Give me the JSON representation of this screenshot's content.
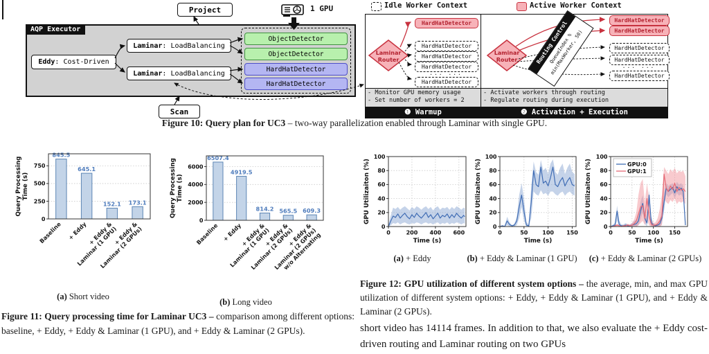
{
  "figure10": {
    "project_label": "Project",
    "gpu_label": "1 GPU",
    "aqp_label": "AQP Executor",
    "eddy_name": "Eddy",
    "eddy_rest": ": Cost-Driven",
    "laminar_name": "Laminar",
    "laminar_rest": ": LoadBalancing",
    "scan_label": "Scan",
    "detectors": [
      "ObjectDetector",
      "ObjectDetector",
      "HardHatDetector",
      "HardHatDetector"
    ],
    "caption_bold": "Figure 10: Query plan for UC3 ",
    "caption_rest": "– two-way parallelization enabled through Laminar with single GPU."
  },
  "worker_panel": {
    "legend_idle": "Idle Worker Context",
    "legend_active": "Active Worker Context",
    "router_line1": "Laminar",
    "router_line2": "Router",
    "worker_label": "HardHatDetector",
    "dots": "... ...",
    "banner_title": "Routing Control",
    "banner_formula1": "QueueIndex %",
    "banner_formula2": "min(MaxWorker, 50)",
    "warmup_note1": "- Monitor GPU memory usage",
    "warmup_note2": "- Set number of workers = 2",
    "activation_note1": "- Activate workers through routing",
    "activation_note2": "- Regulate routing during execution",
    "warmup_title": "❶ Warmup",
    "activation_title": "❷ Activation + Execution"
  },
  "figure11": {
    "sub_a_label": "(a)",
    "sub_a_text": " Short video",
    "sub_b_label": "(b)",
    "sub_b_text": " Long video",
    "caption_bold": "Figure 11: Query processing time for Laminar UC3 – ",
    "caption_rest": "comparison among different options: baseline, + Eddy, + Eddy & Laminar (1 GPU), and + Eddy & Laminar (2 GPUs)."
  },
  "figure12": {
    "sub_a_label": "(a)",
    "sub_a_text": " + Eddy",
    "sub_b_label": "(b)",
    "sub_b_text": " + Eddy & Laminar (1 GPU)",
    "sub_c_label": "(c)",
    "sub_c_text": " + Eddy & Laminar (2 GPUs)",
    "caption_bold": "Figure 12: GPU utilization of different system options – ",
    "caption_rest": "the average, min, and max GPU utilization of different system options: + Eddy, + Eddy & Laminar (1 GPU), and + Eddy & Laminar (2 GPUs)."
  },
  "body_text": "short video has 14114 frames. In addition to that, we also evaluate the + Eddy cost-driven routing and Laminar routing on two GPUs",
  "colors": {
    "bar_fill": "#c3d4e8",
    "bar_edge": "#5c85b4",
    "bar_value_label": "#4f7cbc",
    "line_blue": "#3f6cb4",
    "band_blue": "rgba(150,175,215,0.55)",
    "line_red": "#e56a75",
    "band_red": "rgba(242,150,158,0.5)",
    "active_worker_fill": "#f7b2b8",
    "active_worker_border": "#c8323f",
    "detector_green": "#b8f0ad",
    "detector_purple": "#b4b6f2"
  },
  "chart_data": [
    {
      "kind": "bar",
      "title": "",
      "ylabel": [
        "Query Processing",
        "Time (s)"
      ],
      "yticks": [
        0,
        250,
        500,
        750
      ],
      "ylim": [
        0,
        920
      ],
      "categories": [
        [
          "Baseline"
        ],
        [
          "+ Eddy"
        ],
        [
          "+ Eddy &",
          "Laminar (1 GPU)"
        ],
        [
          "+ Eddy &",
          "Laminar (2 GPUs)"
        ]
      ],
      "values": [
        845.5,
        645.1,
        152.1,
        173.1
      ],
      "bar_color": "#c3d4e8",
      "bar_edge": "#5c85b4",
      "value_color": "#4f7cbc",
      "plot": {
        "x": 50,
        "y": 18,
        "w": 147,
        "h": 94
      },
      "ylabel_x": 11
    },
    {
      "kind": "bar",
      "title": "",
      "ylabel": [
        "Query Processing",
        "Time (s)"
      ],
      "yticks": [
        0,
        2000,
        4000,
        6000
      ],
      "ylim": [
        0,
        7200
      ],
      "categories": [
        [
          "Baseline"
        ],
        [
          "+ Eddy"
        ],
        [
          "+ Eddy &",
          "Laminar (1 GPU)"
        ],
        [
          "+ Eddy &",
          "Laminar (2 GPUs)"
        ],
        [
          "+ Eddy &",
          "Laminar (2 GPUs)",
          "w/o Alternating"
        ]
      ],
      "values": [
        6507.4,
        4919.5,
        814.2,
        565.5,
        609.3
      ],
      "bar_color": "#c3d4e8",
      "bar_edge": "#5c85b4",
      "value_color": "#4f7cbc",
      "plot": {
        "x": 55,
        "y": 21,
        "w": 169,
        "h": 93
      },
      "ylabel_x": 11
    },
    {
      "kind": "line",
      "ylabel": [
        "GPU Utilizaiton (%)"
      ],
      "xlabel": "Time (s)",
      "yticks": [
        0,
        20,
        40,
        60,
        80,
        100
      ],
      "ylim": [
        0,
        100
      ],
      "xticks": [
        0,
        200,
        400,
        600
      ],
      "xlim": [
        0,
        660
      ],
      "plot": {
        "x": 41,
        "y": 17,
        "w": 112,
        "h": 101
      },
      "ylabel_x": 9,
      "series": [
        {
          "name": "GPU",
          "color": "#3f6cb4",
          "band": "rgba(150,175,215,0.55)",
          "x": [
            0,
            20,
            40,
            60,
            80,
            100,
            120,
            140,
            160,
            180,
            200,
            220,
            240,
            260,
            280,
            300,
            320,
            340,
            360,
            380,
            400,
            420,
            440,
            460,
            480,
            500,
            520,
            540,
            560,
            580,
            600,
            620,
            640,
            650
          ],
          "avg": [
            0,
            8,
            15,
            13,
            18,
            12,
            16,
            19,
            14,
            11,
            17,
            13,
            19,
            15,
            12,
            16,
            20,
            13,
            17,
            11,
            15,
            19,
            12,
            16,
            14,
            18,
            12,
            17,
            13,
            19,
            15,
            12,
            16,
            14
          ],
          "min": [
            0,
            2,
            5,
            4,
            6,
            3,
            5,
            6,
            4,
            3,
            5,
            4,
            6,
            5,
            3,
            5,
            6,
            4,
            5,
            3,
            5,
            6,
            3,
            5,
            4,
            6,
            3,
            5,
            4,
            6,
            5,
            3,
            5,
            4
          ],
          "max": [
            2,
            16,
            27,
            25,
            28,
            24,
            27,
            29,
            26,
            23,
            28,
            25,
            29,
            27,
            24,
            27,
            29,
            25,
            28,
            23,
            27,
            29,
            24,
            27,
            26,
            28,
            24,
            28,
            25,
            29,
            27,
            24,
            27,
            26
          ]
        }
      ]
    },
    {
      "kind": "line",
      "ylabel": [
        "GPU Utilizaiton (%)"
      ],
      "xlabel": "Time (s)",
      "yticks": [
        0,
        20,
        40,
        60,
        80,
        100
      ],
      "ylim": [
        0,
        100
      ],
      "xticks": [
        0,
        50,
        100,
        150
      ],
      "xlim": [
        0,
        158
      ],
      "plot": {
        "x": 41,
        "y": 17,
        "w": 110,
        "h": 101
      },
      "ylabel_x": 9,
      "series": [
        {
          "name": "GPU",
          "color": "#3f6cb4",
          "band": "rgba(150,175,215,0.55)",
          "x": [
            0,
            5,
            10,
            15,
            20,
            25,
            30,
            35,
            40,
            45,
            50,
            55,
            60,
            65,
            70,
            75,
            80,
            85,
            90,
            95,
            100,
            105,
            110,
            115,
            120,
            125,
            130,
            135,
            140,
            145,
            150,
            155
          ],
          "avg": [
            0,
            1,
            0,
            8,
            3,
            1,
            2,
            8,
            28,
            45,
            22,
            2,
            1,
            35,
            80,
            60,
            57,
            85,
            62,
            65,
            58,
            70,
            85,
            60,
            57,
            65,
            70,
            58,
            65,
            70,
            60,
            58
          ],
          "min": [
            0,
            0,
            0,
            2,
            0,
            0,
            0,
            2,
            12,
            28,
            8,
            0,
            0,
            12,
            50,
            46,
            44,
            52,
            46,
            48,
            44,
            50,
            50,
            46,
            44,
            48,
            50,
            44,
            48,
            50,
            46,
            44
          ],
          "max": [
            0,
            2,
            1,
            14,
            6,
            2,
            4,
            14,
            45,
            62,
            40,
            6,
            3,
            58,
            93,
            78,
            74,
            95,
            80,
            84,
            75,
            90,
            96,
            78,
            74,
            84,
            90,
            75,
            84,
            90,
            78,
            75
          ]
        }
      ]
    },
    {
      "kind": "line",
      "ylabel": [
        "GPU Utilizaiton (%)"
      ],
      "xlabel": "Time (s)",
      "yticks": [
        0,
        20,
        40,
        60,
        80,
        100
      ],
      "ylim": [
        0,
        100
      ],
      "xticks": [
        0,
        50,
        100,
        150
      ],
      "xlim": [
        0,
        180
      ],
      "plot": {
        "x": 42,
        "y": 17,
        "w": 111,
        "h": 101
      },
      "ylabel_x": 9,
      "legend": {
        "entries": [
          {
            "label": "GPU:0",
            "color": "#3f6cb4"
          },
          {
            "label": "GPU:1",
            "color": "#e56a75"
          }
        ]
      },
      "series": [
        {
          "name": "GPU:0",
          "color": "#3f6cb4",
          "band": "rgba(150,175,215,0.55)",
          "x": [
            0,
            5,
            10,
            15,
            20,
            25,
            30,
            35,
            40,
            45,
            50,
            55,
            60,
            65,
            70,
            75,
            80,
            85,
            90,
            95,
            100,
            105,
            110,
            115,
            120,
            125,
            130,
            135,
            140,
            145,
            150,
            155,
            160,
            165,
            170,
            175
          ],
          "avg": [
            0,
            1,
            2,
            22,
            3,
            1,
            1,
            2,
            1,
            1,
            2,
            3,
            4,
            8,
            22,
            33,
            12,
            5,
            45,
            6,
            2,
            1,
            2,
            4,
            12,
            35,
            55,
            50,
            53,
            56,
            48,
            57,
            52,
            55,
            50,
            2
          ],
          "min": [
            0,
            0,
            0,
            8,
            0,
            0,
            0,
            0,
            0,
            0,
            0,
            0,
            0,
            2,
            10,
            20,
            4,
            0,
            30,
            0,
            0,
            0,
            0,
            0,
            4,
            22,
            46,
            42,
            45,
            48,
            40,
            48,
            44,
            46,
            40,
            0
          ],
          "max": [
            0,
            3,
            5,
            30,
            8,
            3,
            3,
            5,
            3,
            3,
            5,
            8,
            10,
            16,
            35,
            45,
            22,
            12,
            52,
            14,
            5,
            3,
            5,
            10,
            22,
            48,
            62,
            58,
            60,
            62,
            56,
            64,
            60,
            62,
            58,
            6
          ]
        },
        {
          "name": "GPU:1",
          "color": "#e56a75",
          "band": "rgba(242,150,158,0.5)",
          "x": [
            0,
            5,
            10,
            15,
            20,
            25,
            30,
            35,
            40,
            45,
            50,
            55,
            60,
            65,
            70,
            75,
            80,
            85,
            90,
            95,
            100,
            105,
            110,
            115,
            120,
            125,
            130,
            135,
            140,
            145,
            150,
            155,
            160,
            165,
            170,
            175
          ],
          "avg": [
            0,
            0,
            1,
            2,
            1,
            0,
            1,
            1,
            2,
            1,
            2,
            4,
            8,
            18,
            28,
            30,
            12,
            40,
            15,
            3,
            2,
            2,
            4,
            8,
            15,
            75,
            55,
            50,
            58,
            53,
            62,
            50,
            56,
            52,
            54,
            50
          ],
          "min": [
            0,
            0,
            0,
            0,
            0,
            0,
            0,
            0,
            0,
            0,
            0,
            0,
            0,
            2,
            5,
            8,
            2,
            10,
            2,
            0,
            0,
            0,
            0,
            0,
            2,
            40,
            35,
            32,
            38,
            35,
            40,
            32,
            36,
            34,
            36,
            32
          ],
          "max": [
            0,
            1,
            2,
            4,
            2,
            1,
            2,
            3,
            4,
            3,
            5,
            10,
            20,
            45,
            62,
            68,
            35,
            62,
            40,
            10,
            5,
            6,
            12,
            25,
            45,
            85,
            80,
            75,
            82,
            78,
            84,
            76,
            80,
            78,
            80,
            72
          ]
        }
      ]
    }
  ]
}
